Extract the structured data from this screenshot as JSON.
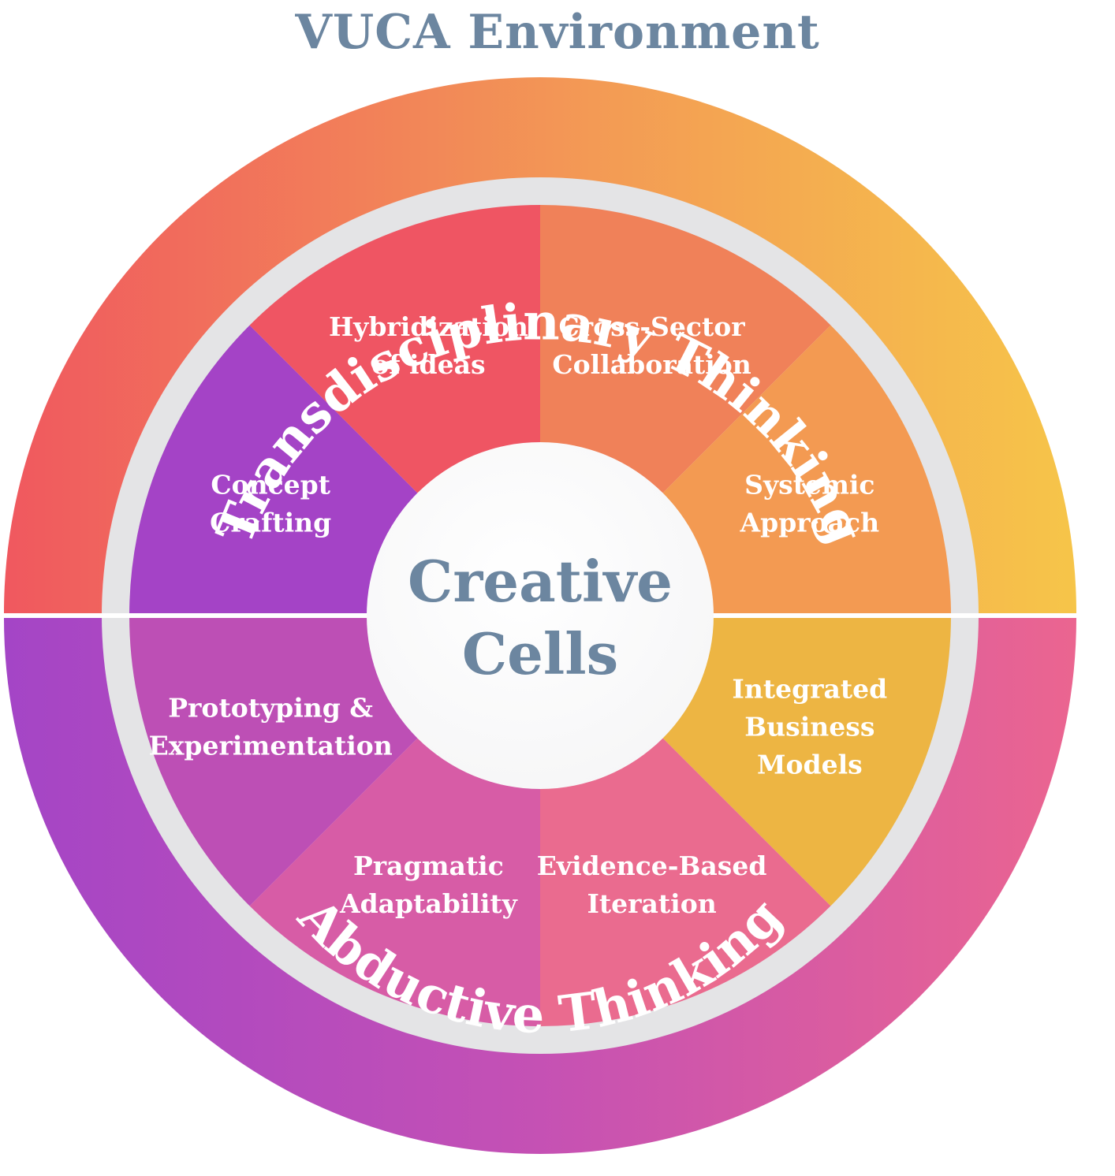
{
  "diagram": {
    "title": "VUCA Environment",
    "outer_top_label": "Transdisciplinary Thinking",
    "outer_bottom_label": "Abductive Thinking",
    "center_lines": [
      "Creative",
      "Cells"
    ],
    "segments": [
      {
        "id": "cross-sector-collaboration",
        "lines": [
          "Cross-Sector",
          "Collaboration"
        ],
        "color": "#f08159"
      },
      {
        "id": "systemic-approach",
        "lines": [
          "Systemic",
          "Approach"
        ],
        "color": "#f39a52"
      },
      {
        "id": "integrated-business-models",
        "lines": [
          "Integrated",
          "Business",
          "Models"
        ],
        "color": "#edb543"
      },
      {
        "id": "evidence-based-iteration",
        "lines": [
          "Evidence-Based",
          "Iteration"
        ],
        "color": "#ea6b8f"
      },
      {
        "id": "pragmatic-adaptability",
        "lines": [
          "Pragmatic",
          "Adaptability"
        ],
        "color": "#d75ca6"
      },
      {
        "id": "prototyping-experimentation",
        "lines": [
          "Prototyping &",
          "Experimentation"
        ],
        "color": "#bd4fb5"
      },
      {
        "id": "concept-crafting",
        "lines": [
          "Concept",
          "Crafting"
        ],
        "color": "#a443c6"
      },
      {
        "id": "hybridization-of-ideas",
        "lines": [
          "Hybridization",
          "of ideas"
        ],
        "color": "#ef5563"
      }
    ],
    "colors": {
      "title": "#6c86a0",
      "outer_top_left": "#f0585f",
      "outer_top_right": "#f6c549",
      "outer_bottom_left": "#a445c6",
      "outer_bottom_right": "#eb6590",
      "separator_ring": "#e4e4e6",
      "center_fill": "#f6f6f7"
    }
  }
}
